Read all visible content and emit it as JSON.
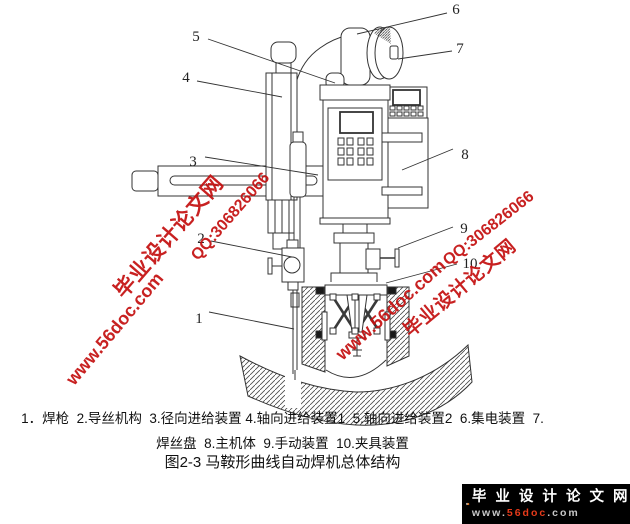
{
  "figure": {
    "caption_line1": "1．焊枪  2.导丝机构  3.径向进给装置 4.轴向进给装置1  5.轴向进给装置2  6.集电装置  7.",
    "caption_line2": "焊丝盘  8.主机体  9.手动装置  10.夹具装置",
    "caption_title": "图2-3 马鞍形曲线自动焊机总体结构"
  },
  "callouts": {
    "c1": "1",
    "c2": "2",
    "c3": "3",
    "c4": "4",
    "c5": "5",
    "c6": "6",
    "c7": "7",
    "c8": "8",
    "c9": "9",
    "c10": "10"
  },
  "watermark": {
    "site": "毕业设计论文网",
    "qq": "QQ:306826066",
    "url": "www.56doc.com",
    "color": "#c41111"
  },
  "logo": {
    "site": "毕 业 设 计 论 文 网",
    "url_www": "www.",
    "url_domain": "56doc",
    "url_tld": ".com"
  }
}
